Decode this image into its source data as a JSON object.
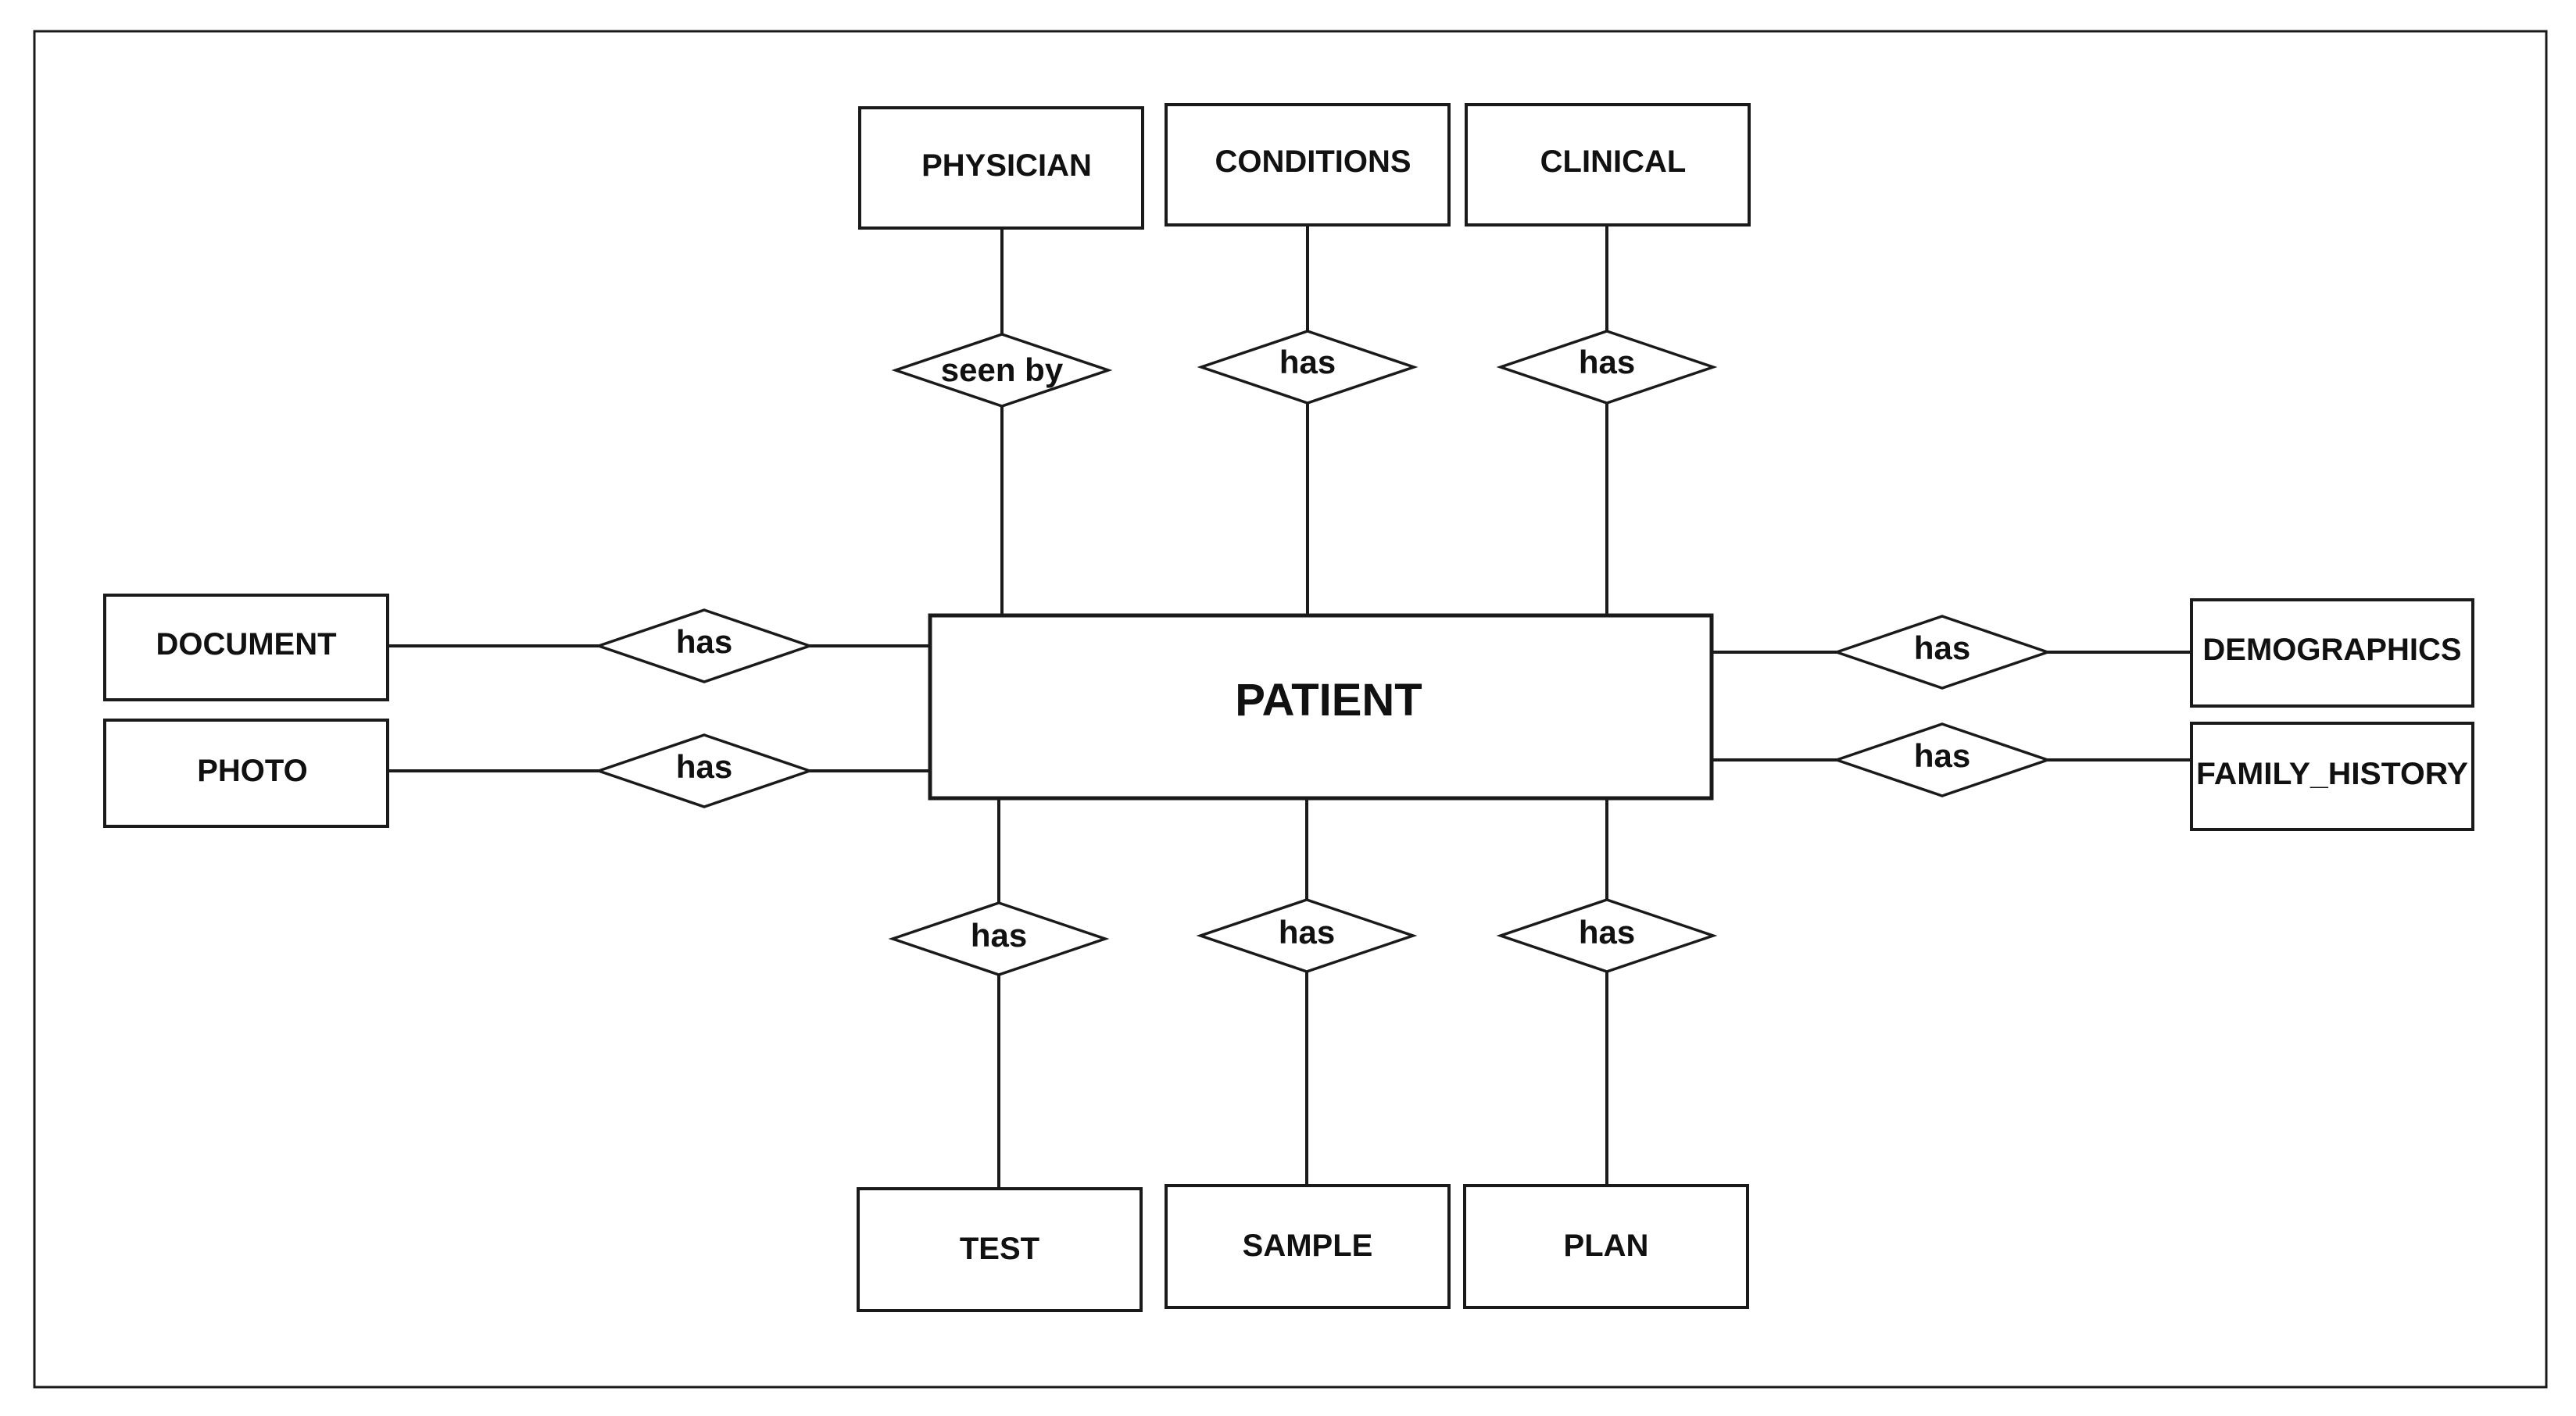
{
  "center_entity": {
    "id": "patient",
    "label": "PATIENT"
  },
  "entities": [
    {
      "id": "physician",
      "label": "PHYSICIAN"
    },
    {
      "id": "conditions",
      "label": "CONDITIONS"
    },
    {
      "id": "clinical",
      "label": "CLINICAL"
    },
    {
      "id": "document",
      "label": "DOCUMENT"
    },
    {
      "id": "photo",
      "label": "PHOTO"
    },
    {
      "id": "demographics",
      "label": "DEMOGRAPHICS"
    },
    {
      "id": "family_history",
      "label": "FAMILY_HISTORY"
    },
    {
      "id": "test",
      "label": "TEST"
    },
    {
      "id": "sample",
      "label": "SAMPLE"
    },
    {
      "id": "plan",
      "label": "PLAN"
    }
  ],
  "relationships": [
    {
      "id": "rel-physician",
      "label": "seen by",
      "from": "patient",
      "to": "physician"
    },
    {
      "id": "rel-conditions",
      "label": "has",
      "from": "patient",
      "to": "conditions"
    },
    {
      "id": "rel-clinical",
      "label": "has",
      "from": "patient",
      "to": "clinical"
    },
    {
      "id": "rel-document",
      "label": "has",
      "from": "patient",
      "to": "document"
    },
    {
      "id": "rel-photo",
      "label": "has",
      "from": "patient",
      "to": "photo"
    },
    {
      "id": "rel-demographics",
      "label": "has",
      "from": "patient",
      "to": "demographics"
    },
    {
      "id": "rel-family-history",
      "label": "has",
      "from": "patient",
      "to": "family_history"
    },
    {
      "id": "rel-test",
      "label": "has",
      "from": "patient",
      "to": "test"
    },
    {
      "id": "rel-sample",
      "label": "has",
      "from": "patient",
      "to": "sample"
    },
    {
      "id": "rel-plan",
      "label": "has",
      "from": "patient",
      "to": "plan"
    }
  ]
}
